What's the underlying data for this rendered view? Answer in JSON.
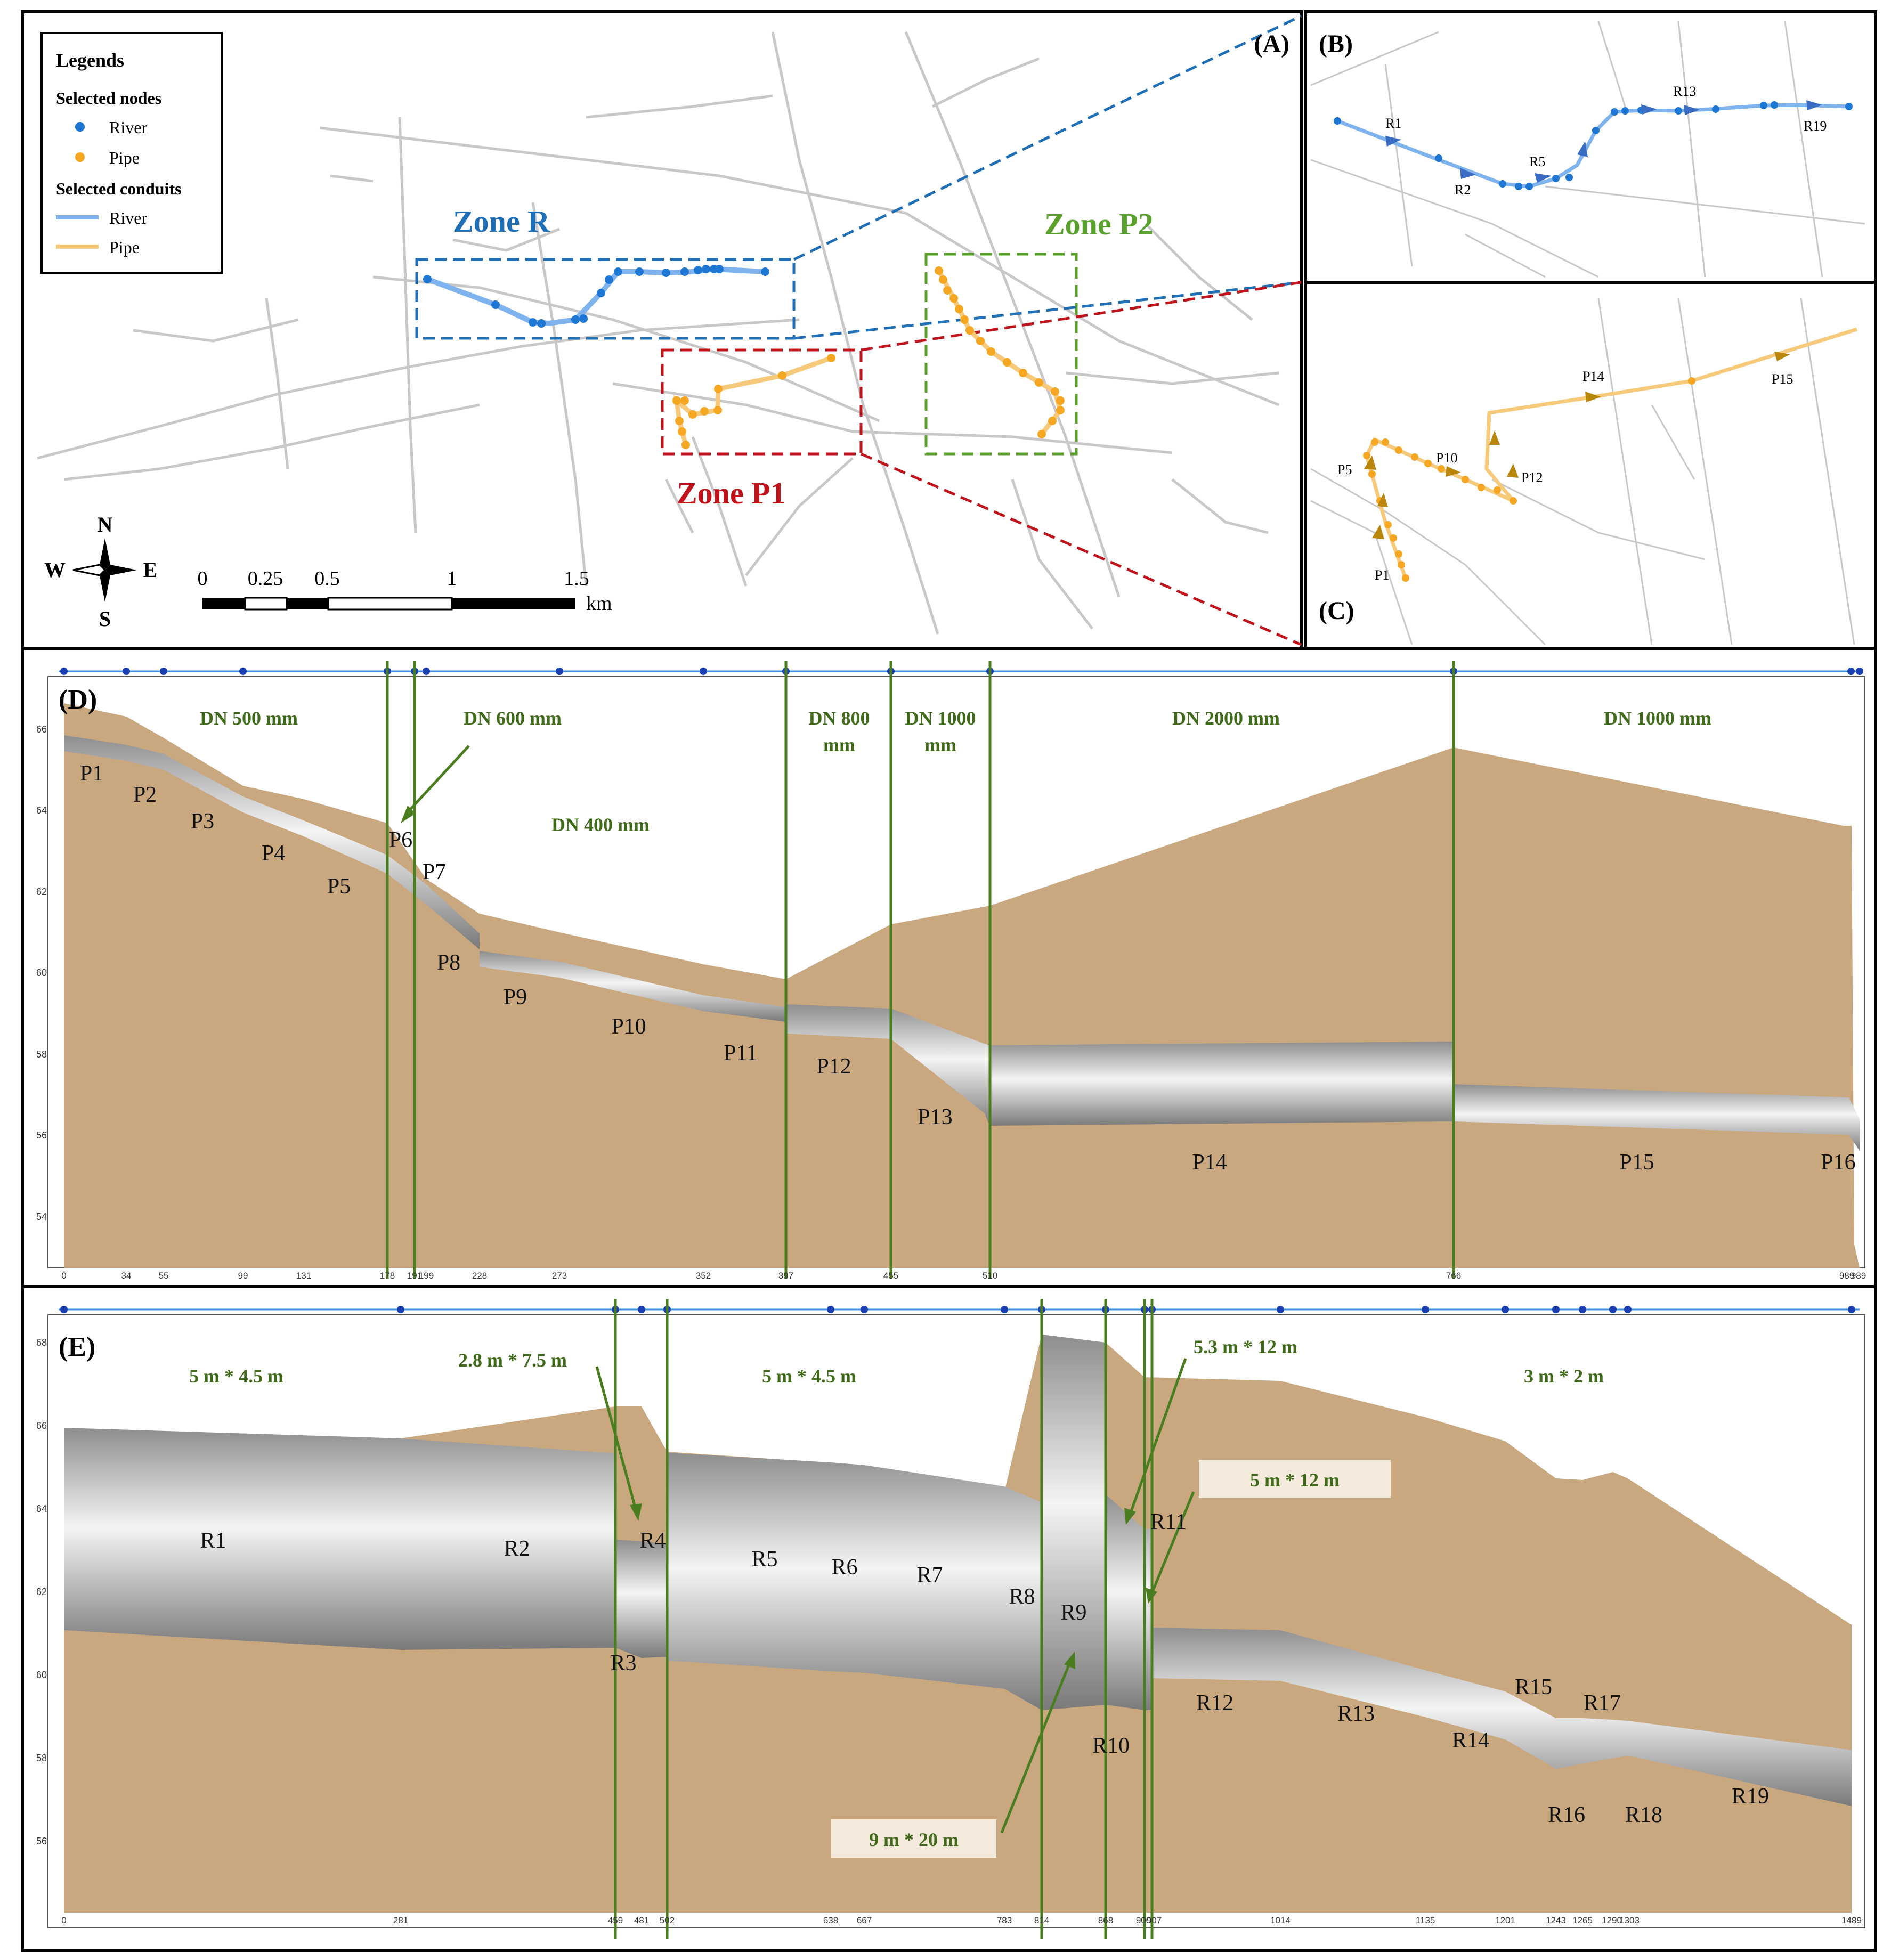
{
  "colors": {
    "river": "#1f77d4",
    "river_line": "#7fb3ee",
    "pipe": "#f5a623",
    "pipe_line": "#f7c97a",
    "zone_r": "#1f6fb7",
    "zone_p1": "#c0141c",
    "zone_p2": "#5aa02c",
    "soil": "#c9a880",
    "profile_green": "#4a7d1f",
    "label_green": "#3e6a1a",
    "road": "#c8c8c8"
  },
  "panels": {
    "A": "(A)",
    "B": "(B)",
    "C": "(C)",
    "D": "(D)",
    "E": "(E)"
  },
  "legend": {
    "title": "Legends",
    "nodes_title": "Selected nodes",
    "node_river": "River",
    "node_pipe": "Pipe",
    "conduits_title": "Selected conduits",
    "conduit_river": "River",
    "conduit_pipe": "Pipe"
  },
  "zones": {
    "r": "Zone R",
    "p1": "Zone P1",
    "p2": "Zone P2"
  },
  "compass": {
    "n": "N",
    "s": "S",
    "e": "E",
    "w": "W"
  },
  "scalebar": {
    "labels": [
      "0",
      "0.25",
      "0.5",
      "1",
      "1.5"
    ],
    "unit": "km"
  },
  "panel_b_labels": [
    "R1",
    "R2",
    "R5",
    "R13",
    "R19"
  ],
  "panel_c_labels": [
    "P1",
    "P5",
    "P10",
    "P12",
    "P14",
    "P15"
  ],
  "profile_d": {
    "y_ticks": [
      "54",
      "56",
      "58",
      "60",
      "62",
      "64",
      "66"
    ],
    "x_ticks": [
      "0",
      "34",
      "55",
      "99",
      "131",
      "178",
      "191",
      "199",
      "228",
      "273",
      "352",
      "397",
      "455",
      "510",
      "766",
      "989",
      "989"
    ],
    "dn_labels": [
      "DN 500 mm",
      "DN 600 mm",
      "DN 400 mm",
      "DN 800",
      "mm",
      "DN 1000",
      "mm",
      "DN 2000 mm",
      "DN 1000 mm"
    ],
    "segments": [
      "P1",
      "P2",
      "P3",
      "P4",
      "P5",
      "P6",
      "P7",
      "P8",
      "P9",
      "P10",
      "P11",
      "P12",
      "P13",
      "P14",
      "P15",
      "P16"
    ]
  },
  "profile_e": {
    "y_ticks": [
      "56",
      "58",
      "60",
      "62",
      "64",
      "66",
      "68"
    ],
    "x_ticks": [
      "0",
      "281",
      "459",
      "481",
      "502",
      "638",
      "667",
      "783",
      "814",
      "868",
      "900",
      "907",
      "1014",
      "1135",
      "1201",
      "1243",
      "1265",
      "1290",
      "1303",
      "1489"
    ],
    "size_labels": [
      "5 m * 4.5 m",
      "2.8 m * 7.5 m",
      "5 m * 4.5 m",
      "5.3 m * 12 m",
      "3 m * 2 m",
      "5 m * 12 m",
      "9 m * 20 m"
    ],
    "segments": [
      "R1",
      "R2",
      "R3",
      "R4",
      "R5",
      "R6",
      "R7",
      "R8",
      "R9",
      "R10",
      "R11",
      "R12",
      "R13",
      "R14",
      "R15",
      "R16",
      "R17",
      "R18",
      "R19"
    ]
  }
}
